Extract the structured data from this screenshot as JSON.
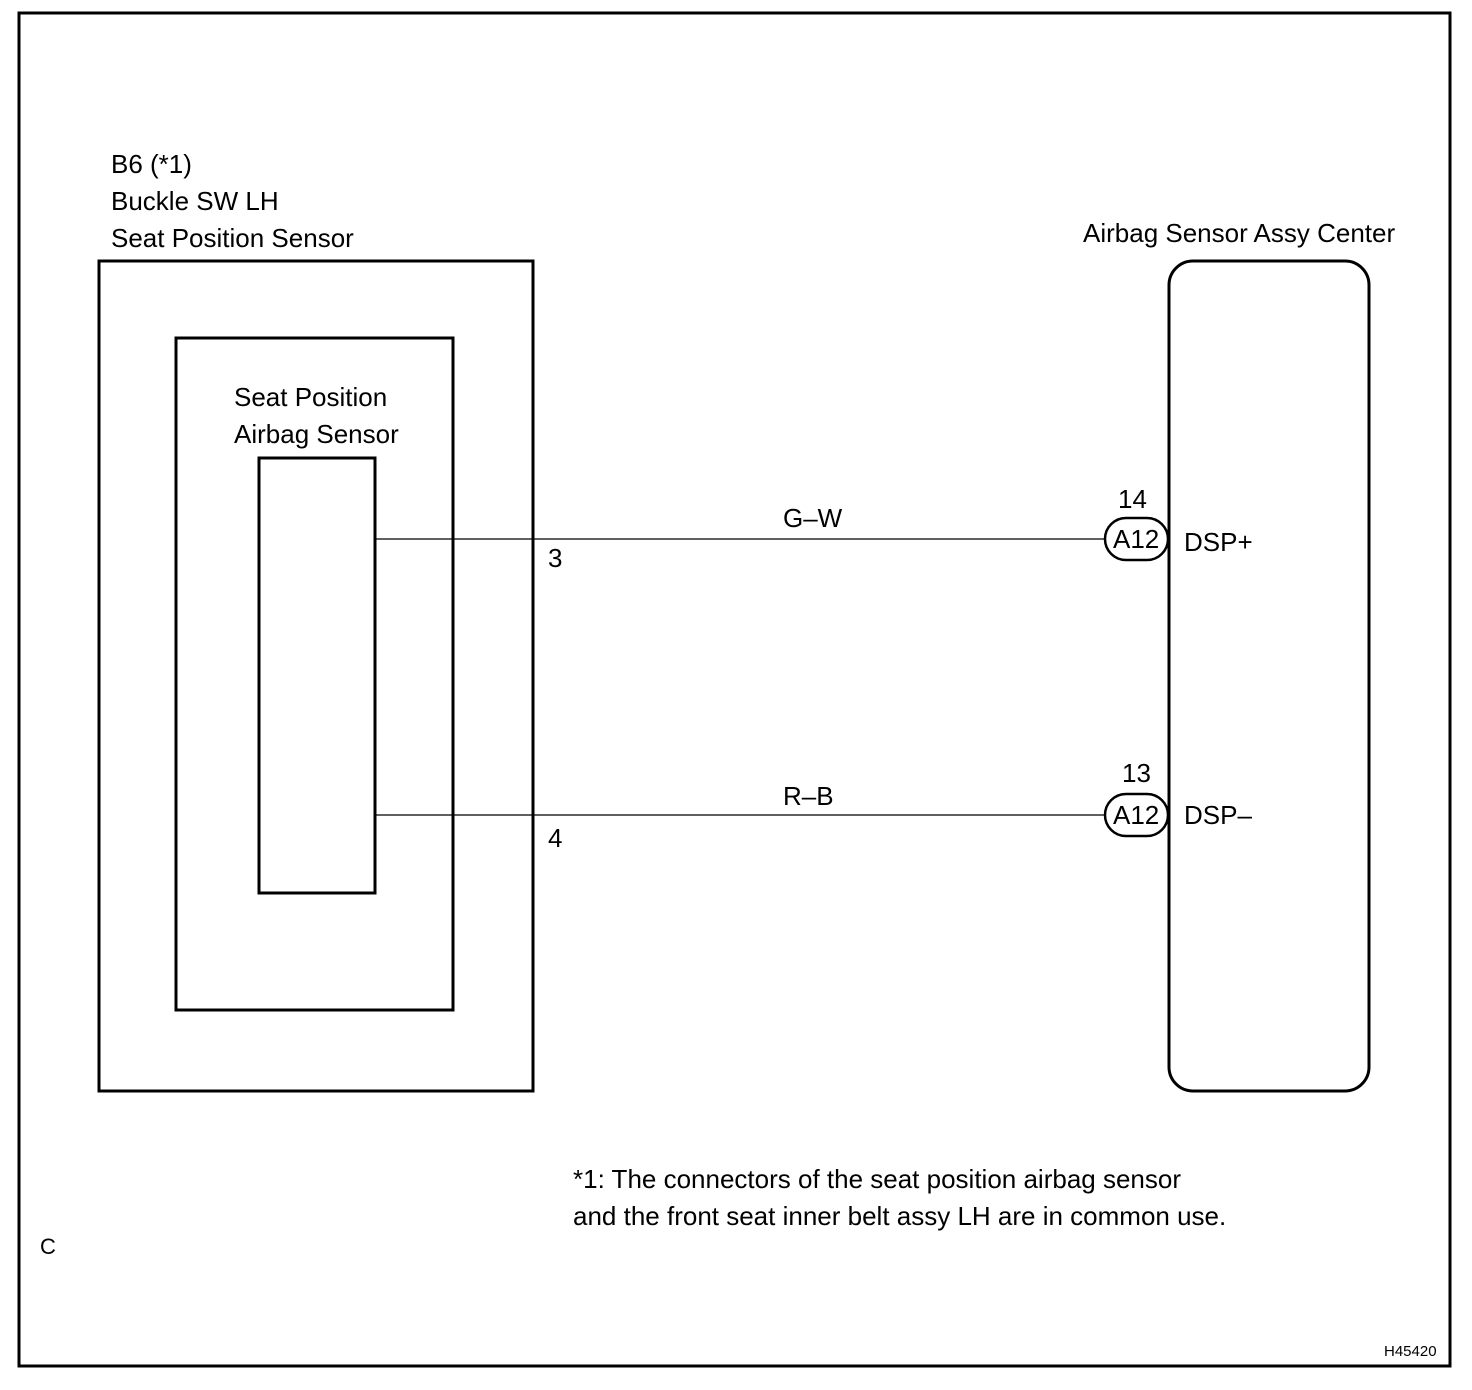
{
  "left_component": {
    "connector_ref": "B6 (*1)",
    "name_line1": "Buckle SW LH",
    "name_line2": "Seat Position Sensor",
    "inner_label_line1": "Seat Position",
    "inner_label_line2": "Airbag Sensor"
  },
  "right_component": {
    "name": "Airbag Sensor Assy Center"
  },
  "wires": [
    {
      "color": "G–W",
      "left_pin": "3",
      "right_pin": "14",
      "connector": "A12",
      "terminal": "DSP+"
    },
    {
      "color": "R–B",
      "left_pin": "4",
      "right_pin": "13",
      "connector": "A12",
      "terminal": "DSP–"
    }
  ],
  "footnote_line1": "*1: The connectors of the seat position airbag sensor",
  "footnote_line2": "and the front seat inner belt assy LH are in common use.",
  "corner_letter": "C",
  "figure_code": "H45420"
}
